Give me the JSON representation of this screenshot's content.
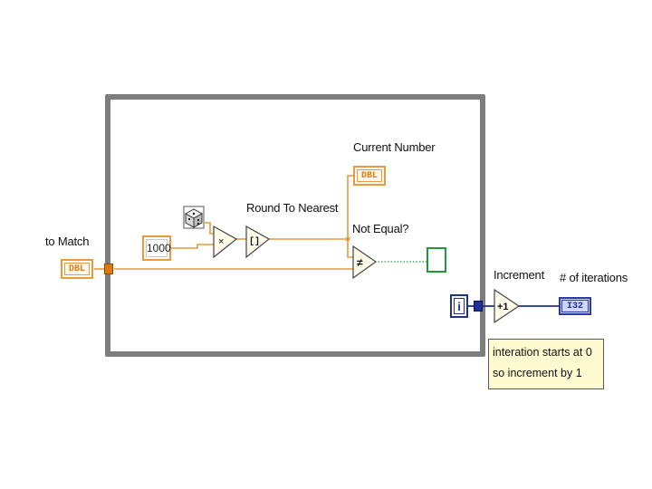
{
  "labels": {
    "to_match": "to Match",
    "current_number": "Current Number",
    "round_to_nearest": "Round To Nearest",
    "not_equal": "Not Equal?",
    "increment": "Increment",
    "num_iterations": "# of iterations"
  },
  "terminals": {
    "dbl_tag": "DBL",
    "i32_tag": "I32",
    "iteration_symbol": "i"
  },
  "constant_1000": "1000",
  "note": {
    "line1": "interation starts at 0",
    "line2": "so increment by 1"
  },
  "colors": {
    "orange_wire": "#e89a3c",
    "blue_wire": "#1f2f9a",
    "loop_border": "#7d7d7d",
    "note_bg": "#fffbd0",
    "stop_green": "#1f9a3a"
  }
}
